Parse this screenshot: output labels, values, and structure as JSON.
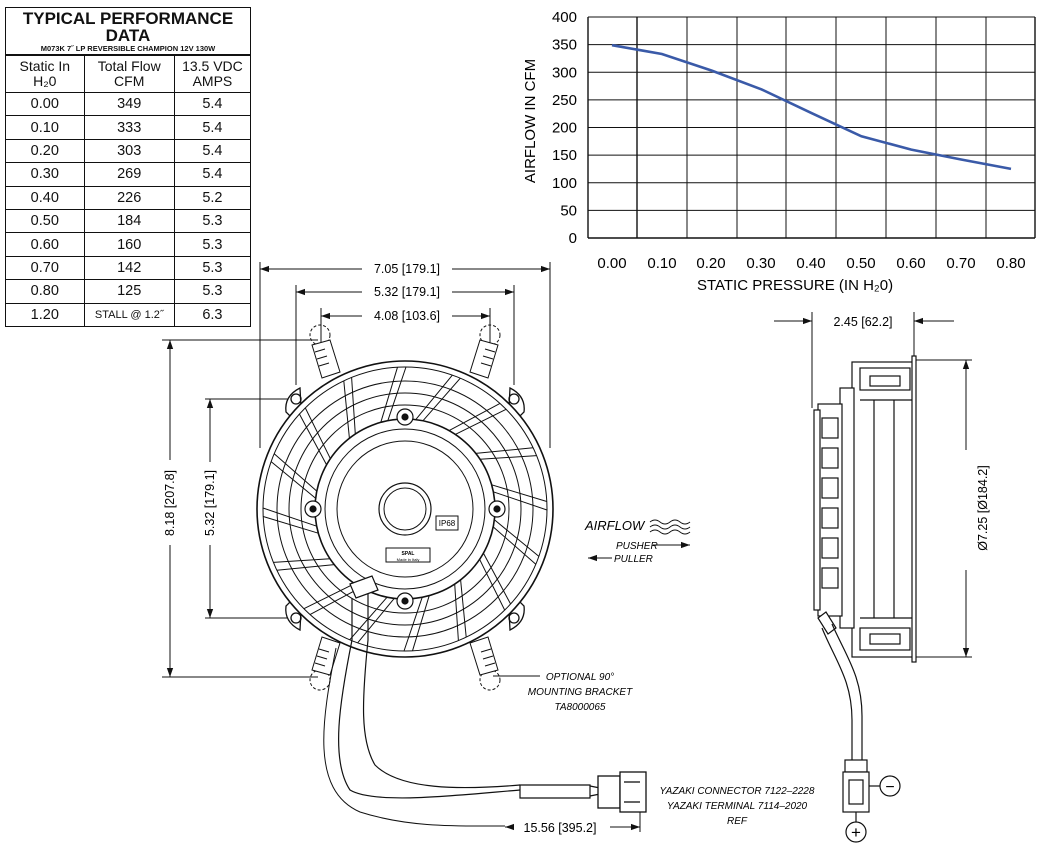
{
  "table": {
    "title": "TYPICAL PERFORMANCE DATA",
    "subtitle": "M073K 7˝ LP REVERSIBLE CHAMPION 12V 130W",
    "headers": [
      {
        "line1": "Static In",
        "line2": "H₂0"
      },
      {
        "line1": "Total Flow",
        "line2": "CFM"
      },
      {
        "line1": "13.5 VDC",
        "line2": "AMPS"
      }
    ],
    "rows": [
      [
        "0.00",
        "349",
        "5.4"
      ],
      [
        "0.10",
        "333",
        "5.4"
      ],
      [
        "0.20",
        "303",
        "5.4"
      ],
      [
        "0.30",
        "269",
        "5.4"
      ],
      [
        "0.40",
        "226",
        "5.2"
      ],
      [
        "0.50",
        "184",
        "5.3"
      ],
      [
        "0.60",
        "160",
        "5.3"
      ],
      [
        "0.70",
        "142",
        "5.3"
      ],
      [
        "0.80",
        "125",
        "5.3"
      ],
      [
        "1.20",
        "STALL @ 1.2˝",
        "6.3"
      ]
    ]
  },
  "chart_data": {
    "type": "line",
    "ylabel": "AIRFLOW IN CFM",
    "xlabel": "STATIC PRESSURE (IN H₂0)",
    "xticks": [
      "0.00",
      "0.10",
      "0.20",
      "0.30",
      "0.40",
      "0.50",
      "0.60",
      "0.70",
      "0.80"
    ],
    "yticks": [
      "0",
      "50",
      "100",
      "150",
      "200",
      "250",
      "300",
      "350",
      "400"
    ],
    "xlim": [
      0,
      0.8
    ],
    "ylim": [
      0,
      400
    ],
    "grid": true,
    "color": "#3a5aa8",
    "series": [
      {
        "x": [
          0.0,
          0.1,
          0.2,
          0.3,
          0.4,
          0.5,
          0.6,
          0.7,
          0.8
        ],
        "y": [
          349,
          333,
          303,
          269,
          226,
          184,
          160,
          142,
          125
        ]
      }
    ]
  },
  "dimensions": {
    "overall_width": "7.05 [179.1]",
    "mount_width": "5.32 [179.1]",
    "inner_mount_width": "4.08 [103.6]",
    "overall_height": "8.18 [207.8]",
    "mount_height": "5.32 [179.1]",
    "depth": "2.45 [62.2]",
    "diameter": "Ø7.25 [Ø184.2]",
    "lead_length": "15.56 [395.2]"
  },
  "labels": {
    "ip_rating": "IP68",
    "label_brand": "SPAL",
    "label_made_in": "Made in Italy",
    "airflow": "AIRFLOW",
    "pusher": "PUSHER",
    "puller": "PULLER",
    "bracket_line1": "OPTIONAL 90°",
    "bracket_line2": "MOUNTING BRACKET",
    "bracket_line3": "TA8000065",
    "connector_line1": "YAZAKI CONNECTOR 7122–2228",
    "connector_line2": "YAZAKI TERMINAL 7114–2020",
    "connector_line3": "REF",
    "negative": "−",
    "positive": "+"
  }
}
